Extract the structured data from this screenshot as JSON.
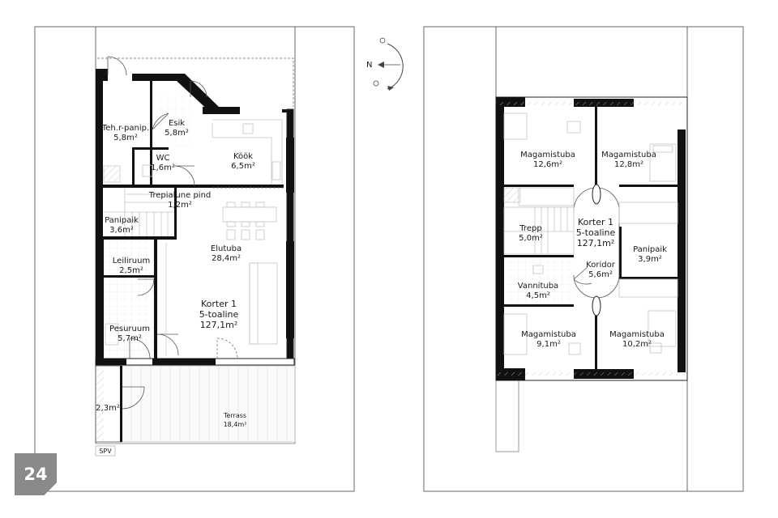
{
  "page": {
    "number": "24"
  },
  "compass": {
    "north": "N"
  },
  "ground_floor": {
    "rooms": [
      {
        "key": "tehr",
        "name": "Teh.r-panip.",
        "area": "5,8m²"
      },
      {
        "key": "esik",
        "name": "Esik",
        "area": "5,8m²"
      },
      {
        "key": "wc",
        "name": "WC",
        "area": "1,6m²"
      },
      {
        "key": "kook",
        "name": "Köök",
        "area": "6,5m²"
      },
      {
        "key": "trepi",
        "name": "Trepialune pind",
        "area": "1,2m²"
      },
      {
        "key": "panip",
        "name": "Panipaik",
        "area": "3,6m²"
      },
      {
        "key": "elutuba",
        "name": "Elutuba",
        "area": "28,4m²"
      },
      {
        "key": "leili",
        "name": "Leiliruum",
        "area": "2,5m²"
      },
      {
        "key": "pesu",
        "name": "Pesuruum",
        "area": "5,7m²"
      },
      {
        "key": "store",
        "name": "",
        "area": "2,3m²"
      },
      {
        "key": "terrass",
        "name": "Terrass",
        "area": "18,4m²"
      }
    ],
    "unit": {
      "name": "Korter 1",
      "type": "5-toaline",
      "area": "127,1m²"
    },
    "spv": "SPV"
  },
  "upper_floor": {
    "rooms": [
      {
        "key": "mag1",
        "name": "Magamistuba",
        "area": "12,6m²"
      },
      {
        "key": "mag2",
        "name": "Magamistuba",
        "area": "12,8m²"
      },
      {
        "key": "trepp",
        "name": "Trepp",
        "area": "5,0m²"
      },
      {
        "key": "panip2",
        "name": "Panipaik",
        "area": "3,9m²"
      },
      {
        "key": "koridor",
        "name": "Koridor",
        "area": "5,6m²"
      },
      {
        "key": "vanni",
        "name": "Vannituba",
        "area": "4,5m²"
      },
      {
        "key": "mag3",
        "name": "Magamistuba",
        "area": "9,1m²"
      },
      {
        "key": "mag4",
        "name": "Magamistuba",
        "area": "10,2m²"
      }
    ],
    "unit": {
      "name": "Korter 1",
      "type": "5-toaline",
      "area": "127,1m²"
    }
  }
}
